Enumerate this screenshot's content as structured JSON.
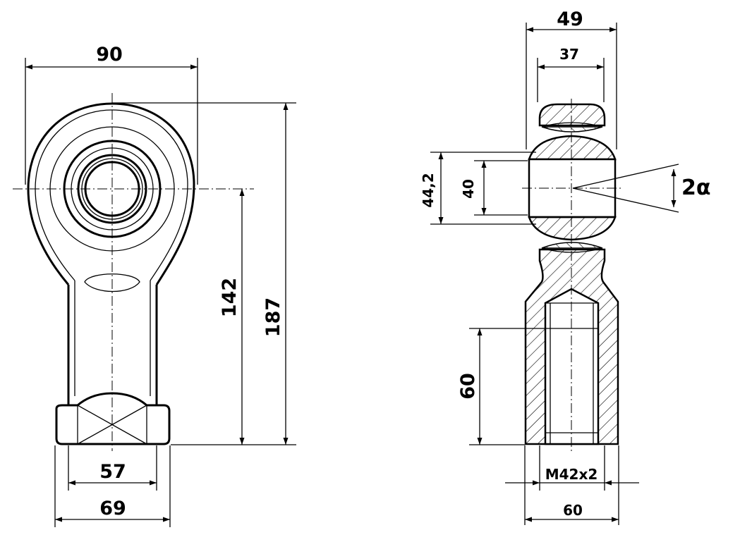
{
  "drawing": {
    "subject": "rod end bearing, female thread",
    "front_view": {
      "dim_width": "90",
      "dim_center_height": "142",
      "dim_total_height": "187",
      "dim_hex": "57",
      "dim_shank": "69"
    },
    "side_view": {
      "dim_ball_width": "49",
      "dim_inner_width": "37",
      "dim_ball_dia": "44,2",
      "dim_bore": "40",
      "dim_angle": "2α",
      "dim_thread_depth": "60",
      "dim_thread": "M42x2",
      "dim_shank_width": "60"
    }
  }
}
